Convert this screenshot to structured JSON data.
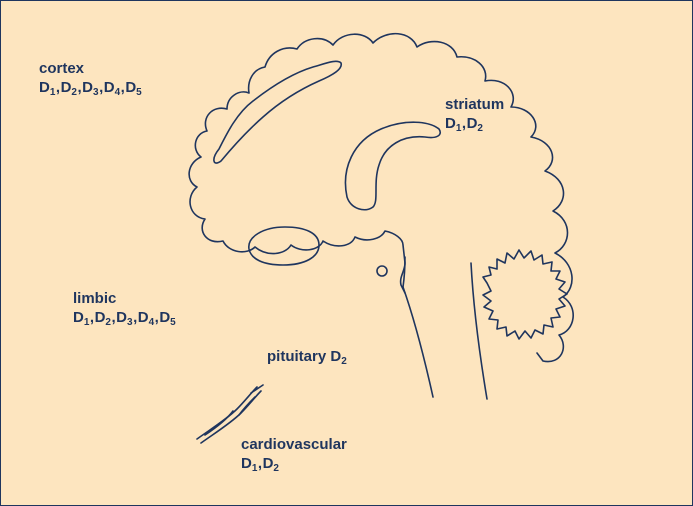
{
  "colors": {
    "background": "#fde5bf",
    "ink": "#1f355e"
  },
  "regions": [
    {
      "id": "cortex",
      "name": "cortex",
      "receptors": [
        "1",
        "2",
        "3",
        "4",
        "5"
      ],
      "lines": 2
    },
    {
      "id": "striatum",
      "name": "striatum",
      "receptors": [
        "1",
        "2"
      ],
      "lines": 2
    },
    {
      "id": "limbic",
      "name": "limbic",
      "receptors": [
        "1",
        "2",
        "3",
        "4",
        "5"
      ],
      "lines": 2
    },
    {
      "id": "pituitary",
      "name": "pituitary",
      "receptors": [
        "2"
      ],
      "lines": 1
    },
    {
      "id": "cardiovascular",
      "name": "cardiovascular",
      "receptors": [
        "1",
        "2"
      ],
      "lines": 2
    }
  ],
  "receptor_prefix": "D"
}
